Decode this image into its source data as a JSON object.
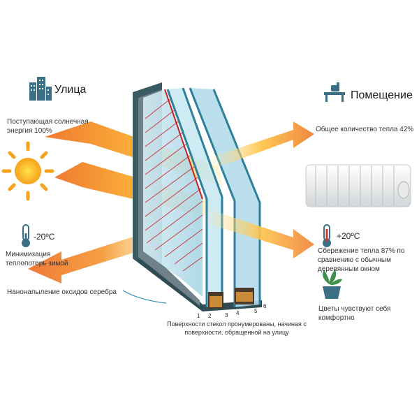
{
  "outside": {
    "title": "Улица"
  },
  "inside": {
    "title": "Помещение"
  },
  "labels": {
    "solar_energy": "Поступающая солнечная энергия 100%",
    "total_heat": "Общее количество тепла 42%",
    "outside_temp": "-20ºC",
    "inside_temp": "+20ºC",
    "minimization": "Минимизация теплопотерь зимой",
    "saving": "Сбережение тепла 87% по сравнению с обычным деревянным окном",
    "coating": "Нанонапыление оксидов серебра",
    "flowers": "Цветы чувствуют себя комфортно",
    "surfaces": "Поверхности стекол пронумерованы, начиная с поверхности, обращенной на улицу"
  },
  "surface_numbers": [
    "1",
    "2",
    "3",
    "4",
    "5",
    "6"
  ],
  "colors": {
    "arrow_orange": "#f08a35",
    "arrow_yellow": "#ffd23a",
    "glass": "#bfe3ef",
    "frame": "#3e6c78",
    "coating_red": "#c8201e",
    "icon_blue": "#3b6f86"
  }
}
